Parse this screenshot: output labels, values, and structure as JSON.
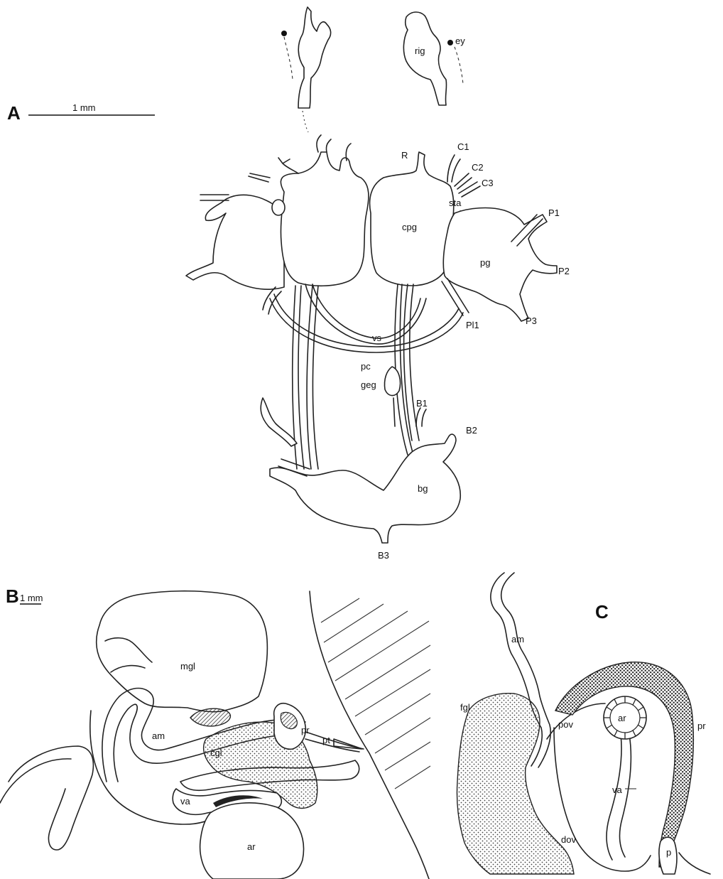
{
  "panels": {
    "a": "A",
    "b": "B",
    "c": "C"
  },
  "scale_bars": {
    "a": "1 mm",
    "b": "1 mm"
  },
  "panel_a_labels": {
    "rig": "rig",
    "ey": "ey",
    "r": "R",
    "c1": "C1",
    "c2": "C2",
    "c3": "C3",
    "sta": "sta",
    "cpg": "cpg",
    "p1": "P1",
    "pg": "pg",
    "p2": "P2",
    "p3": "P3",
    "pl1": "Pl1",
    "vs": "vs",
    "pc": "pc",
    "geg": "geg",
    "b1": "B1",
    "b2": "B2",
    "bg": "bg",
    "b3": "B3"
  },
  "panel_b_labels": {
    "mgl": "mgl",
    "am": "am",
    "cgl": "cgl",
    "pr": "pr",
    "pt": "pt",
    "va": "va",
    "ar": "ar"
  },
  "panel_c_labels": {
    "am": "am",
    "fgl": "fgl",
    "pov": "pov",
    "ar": "ar",
    "pr": "pr",
    "va": "va",
    "dov": "dov",
    "p": "p"
  }
}
